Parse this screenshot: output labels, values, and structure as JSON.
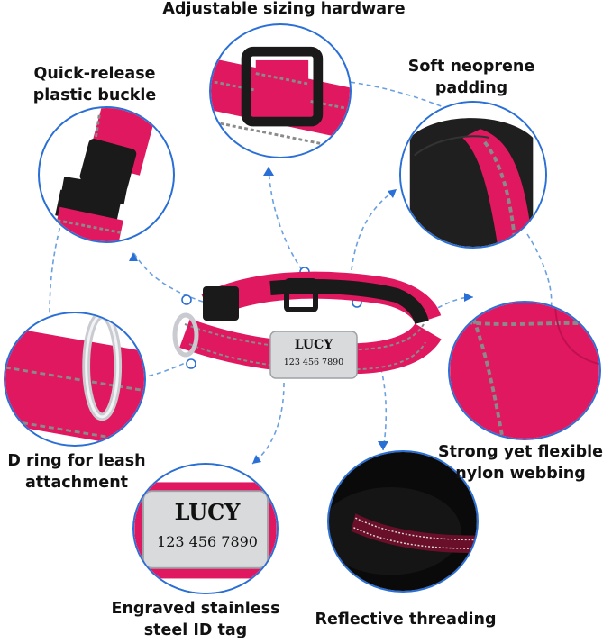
{
  "labels": {
    "adjustable": "Adjustable sizing hardware",
    "buckle_line1": "Quick-release",
    "buckle_line2": "plastic buckle",
    "neoprene_line1": "Soft neoprene",
    "neoprene_line2": "padding",
    "dring_line1": "D ring for leash",
    "dring_line2": "attachment",
    "nylon_line1": "Strong yet flexible",
    "nylon_line2": "nylon webbing",
    "tag_line1": "Engraved stainless",
    "tag_line2": "steel ID tag",
    "reflective": "Reflective threading"
  },
  "tag": {
    "name": "LUCY",
    "phone": "123 456 7890"
  },
  "colors": {
    "pink": "#e0185f",
    "pink_dark": "#b80f4a",
    "reflective": "#8a8a8a",
    "black": "#1a1a1a",
    "steel": "#d9dadc",
    "accent_blue": "#2a6fd6",
    "line_blue": "#6aa0e0"
  }
}
